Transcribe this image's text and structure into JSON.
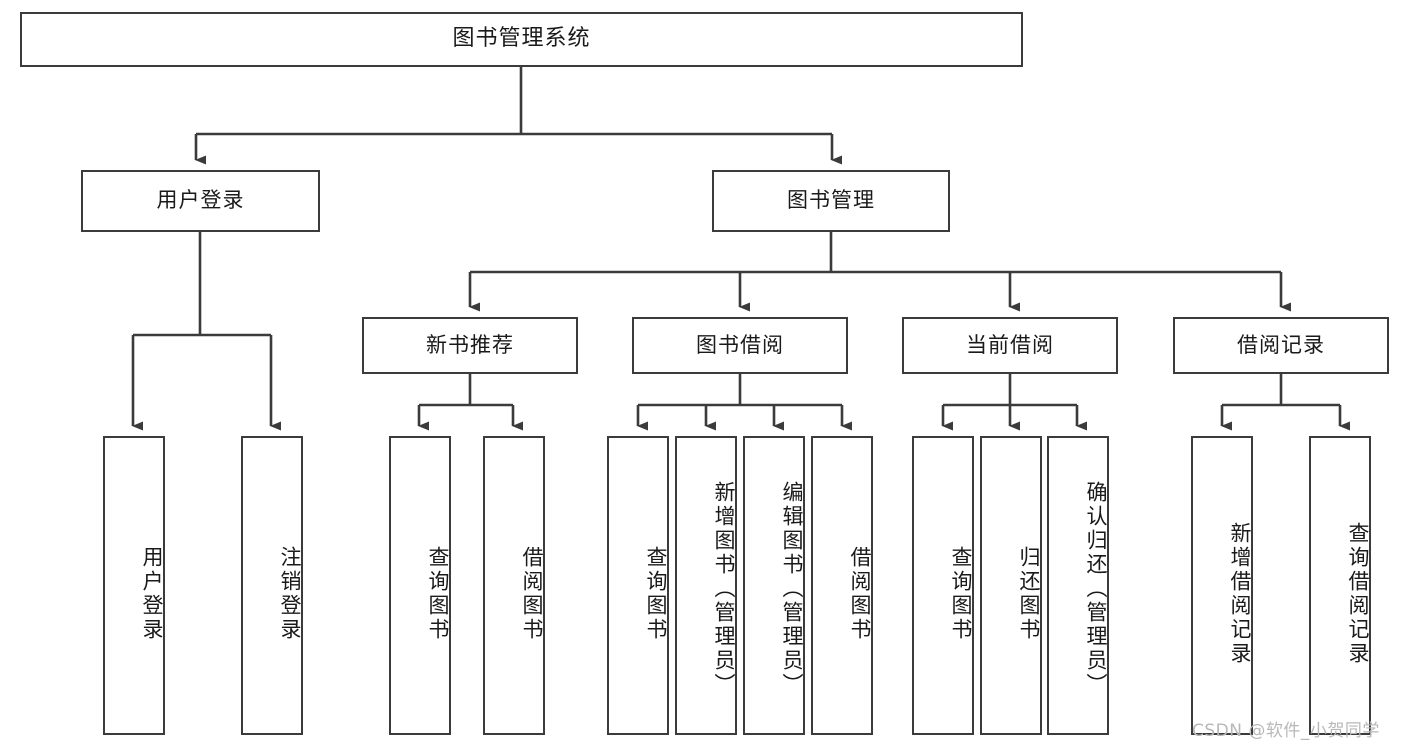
{
  "diagram": {
    "title": "图书管理系统",
    "type": "tree-hierarchy-chart",
    "levels": {
      "root": {
        "label": "图书管理系统"
      },
      "level2": [
        {
          "id": "user-login",
          "label": "用户登录"
        },
        {
          "id": "book-management",
          "label": "图书管理"
        }
      ],
      "level3": [
        {
          "id": "new-book-recommend",
          "label": "新书推荐",
          "parent": "book-management"
        },
        {
          "id": "book-borrow",
          "label": "图书借阅",
          "parent": "book-management"
        },
        {
          "id": "current-borrow",
          "label": "当前借阅",
          "parent": "book-management"
        },
        {
          "id": "borrow-record",
          "label": "借阅记录",
          "parent": "book-management"
        }
      ],
      "leaves": [
        {
          "id": "leaf-user-login",
          "label": "用户登录",
          "parent": "user-login"
        },
        {
          "id": "leaf-logout-login",
          "label": "注销登录",
          "parent": "user-login"
        },
        {
          "id": "leaf-query-book-1",
          "label": "查询图书",
          "parent": "new-book-recommend"
        },
        {
          "id": "leaf-borrow-book-1",
          "label": "借阅图书",
          "parent": "new-book-recommend"
        },
        {
          "id": "leaf-query-book-2",
          "label": "查询图书",
          "parent": "book-borrow"
        },
        {
          "id": "leaf-add-book",
          "label": "新增图书（管理员）",
          "parent": "book-borrow"
        },
        {
          "id": "leaf-edit-book",
          "label": "编辑图书（管理员）",
          "parent": "book-borrow"
        },
        {
          "id": "leaf-borrow-book-2",
          "label": "借阅图书",
          "parent": "book-borrow"
        },
        {
          "id": "leaf-query-book-3",
          "label": "查询图书",
          "parent": "current-borrow"
        },
        {
          "id": "leaf-return-book",
          "label": "归还图书",
          "parent": "current-borrow"
        },
        {
          "id": "leaf-confirm-return",
          "label": "确认归还（管理员）",
          "parent": "current-borrow"
        },
        {
          "id": "leaf-add-record",
          "label": "新增借阅记录",
          "parent": "borrow-record"
        },
        {
          "id": "leaf-query-record",
          "label": "查询借阅记录",
          "parent": "borrow-record"
        }
      ]
    },
    "watermark": "CSDN @软件_小贺同学",
    "colors": {
      "stroke": "#3b3b3b",
      "background": "#ffffff",
      "text": "#1a1a1a",
      "watermark": "#b8b8b8"
    }
  }
}
